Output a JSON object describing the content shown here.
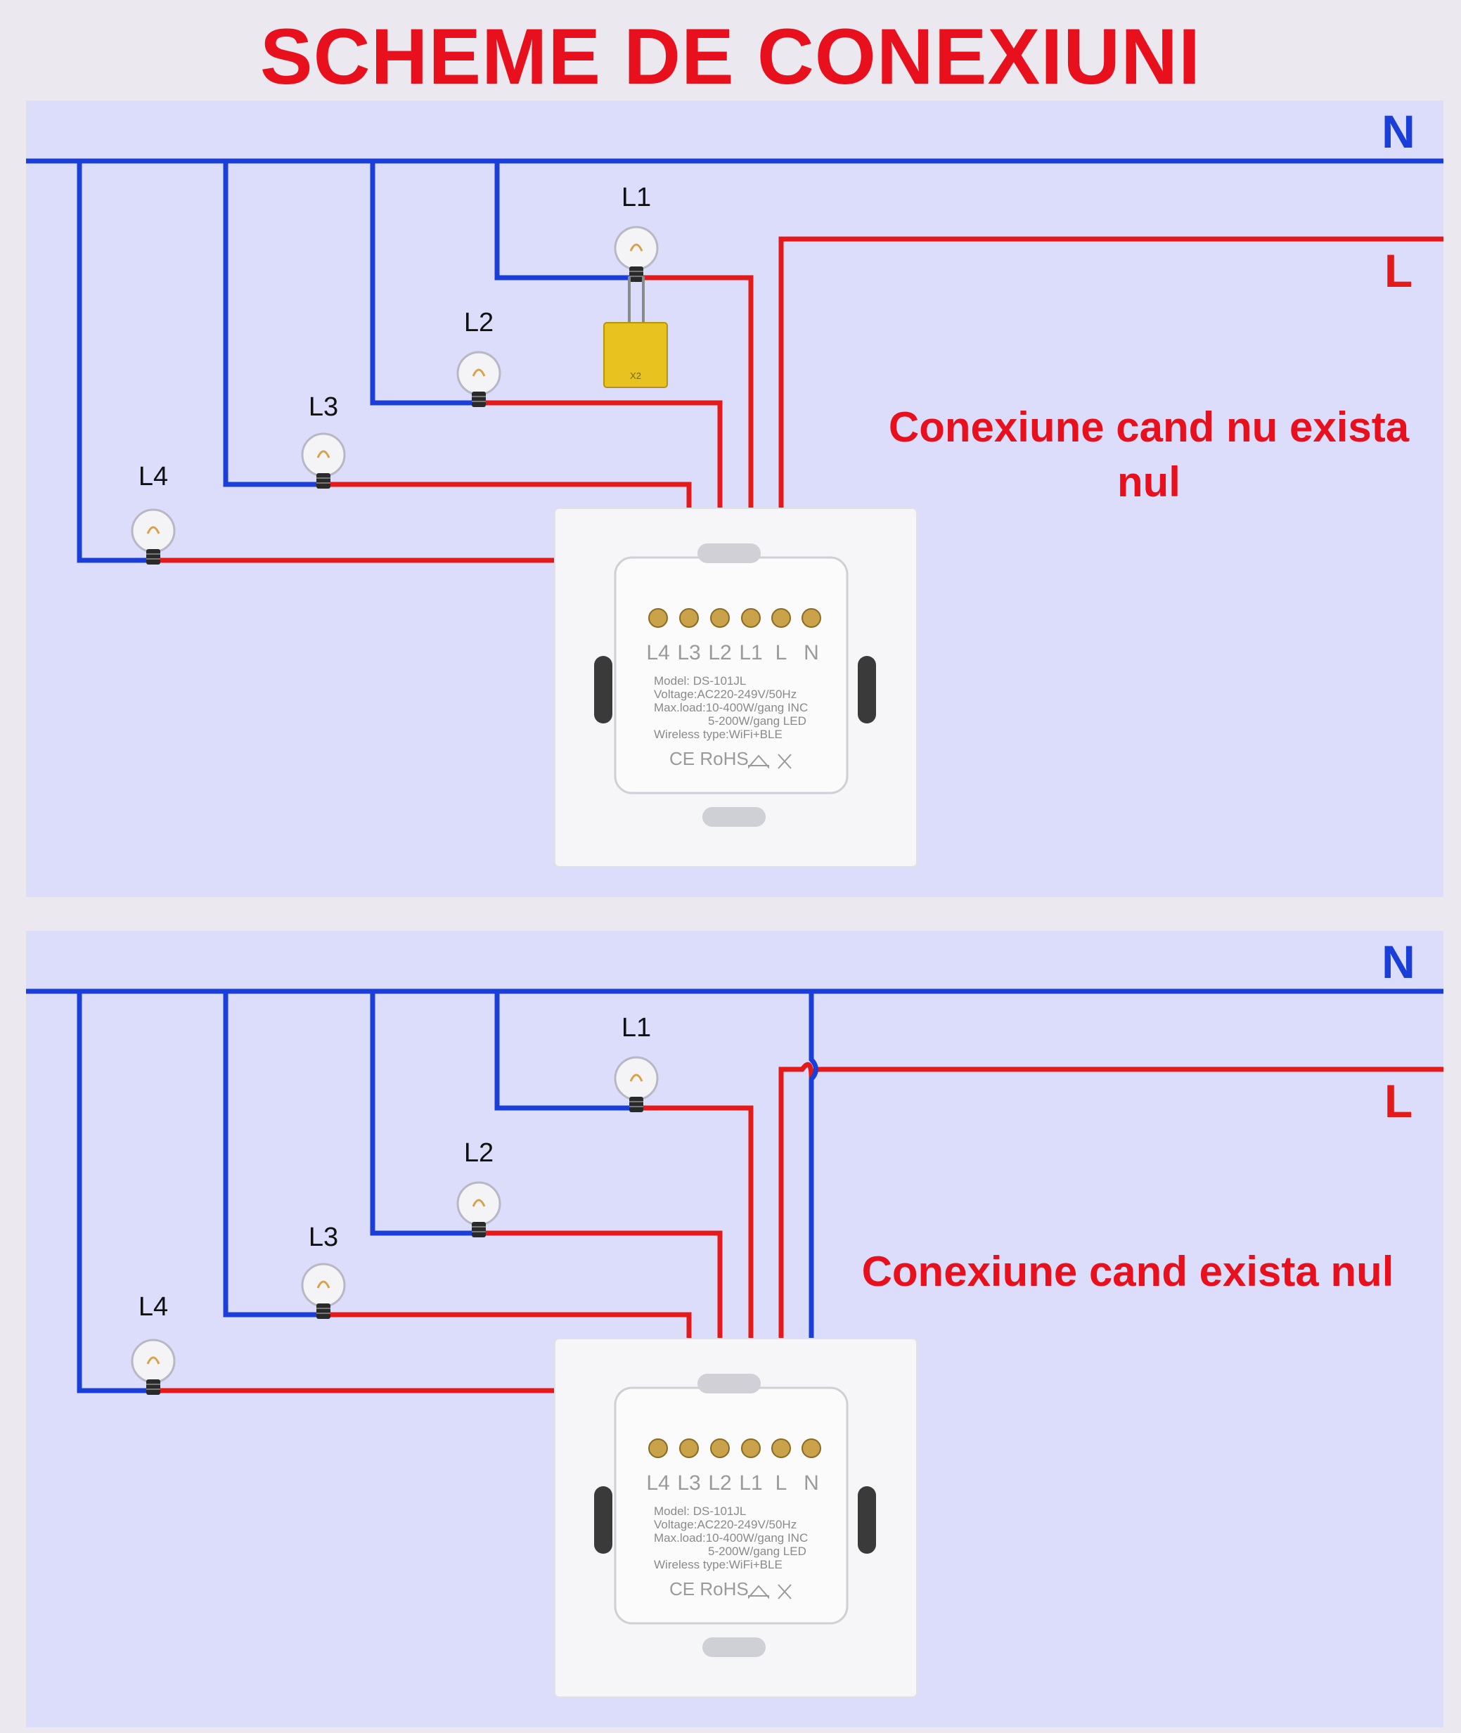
{
  "title": "SCHEME DE CONEXIUNI",
  "colors": {
    "neutral": "#1a3fd8",
    "live": "#e41a1a",
    "title": "#e8101c"
  },
  "diagrams": [
    {
      "bus_n": "N",
      "bus_l": "L",
      "caption_lines": [
        "Conexiune cand nu exista",
        "nul"
      ],
      "lamps": [
        "L1",
        "L2",
        "L3",
        "L4"
      ],
      "neutral_to_switch": false,
      "has_capacitor": true,
      "capacitor_text": "X2"
    },
    {
      "bus_n": "N",
      "bus_l": "L",
      "caption_lines": [
        "Conexiune cand exista nul"
      ],
      "lamps": [
        "L1",
        "L2",
        "L3",
        "L4"
      ],
      "neutral_to_switch": true,
      "has_capacitor": false
    }
  ],
  "switch": {
    "terminals": [
      "L4",
      "L3",
      "L2",
      "L1",
      "L",
      "N"
    ],
    "spec_lines": [
      "Model: DS-101JL",
      "Voltage:AC220-249V/50Hz",
      "Max.load:10-400W/gang INC",
      "5-200W/gang LED",
      "Wireless type:WiFi+BLE"
    ],
    "cert": "CE RoHS"
  }
}
